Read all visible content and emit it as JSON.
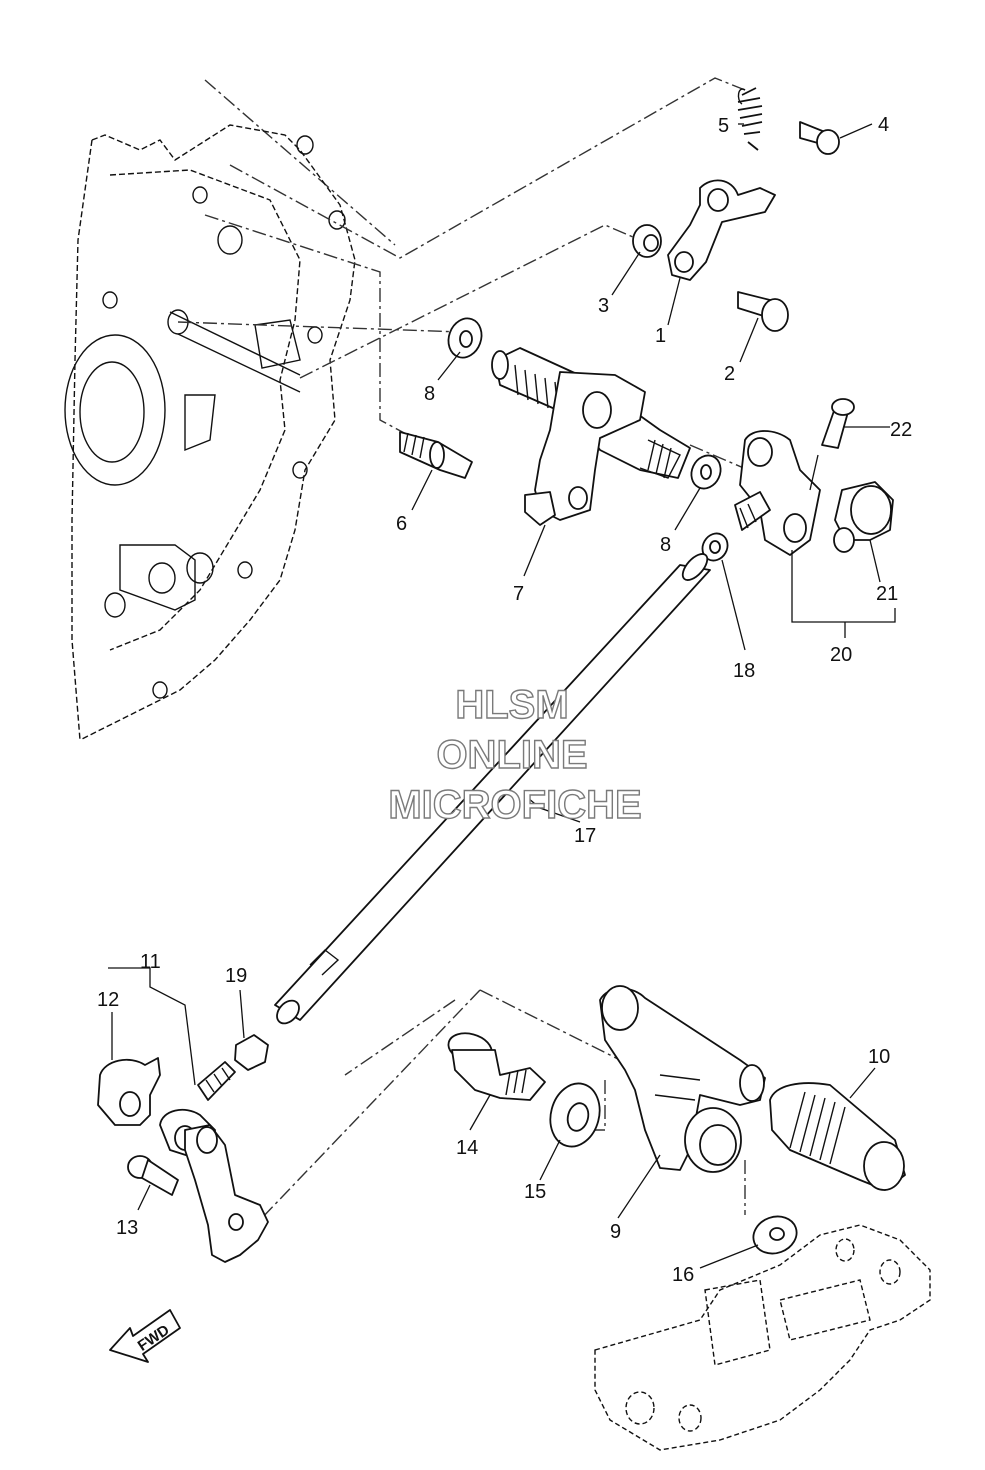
{
  "diagram": {
    "callouts": [
      "1",
      "2",
      "3",
      "4",
      "5",
      "6",
      "7",
      "8",
      "8",
      "9",
      "10",
      "11",
      "12",
      "13",
      "14",
      "15",
      "16",
      "17",
      "18",
      "19",
      "20",
      "21",
      "22"
    ],
    "direction_arrow": {
      "label": "FWD",
      "icon": "fwd-arrow-icon"
    },
    "watermark": [
      "HLSM",
      "ONLINE",
      "MICROFICHE"
    ]
  }
}
